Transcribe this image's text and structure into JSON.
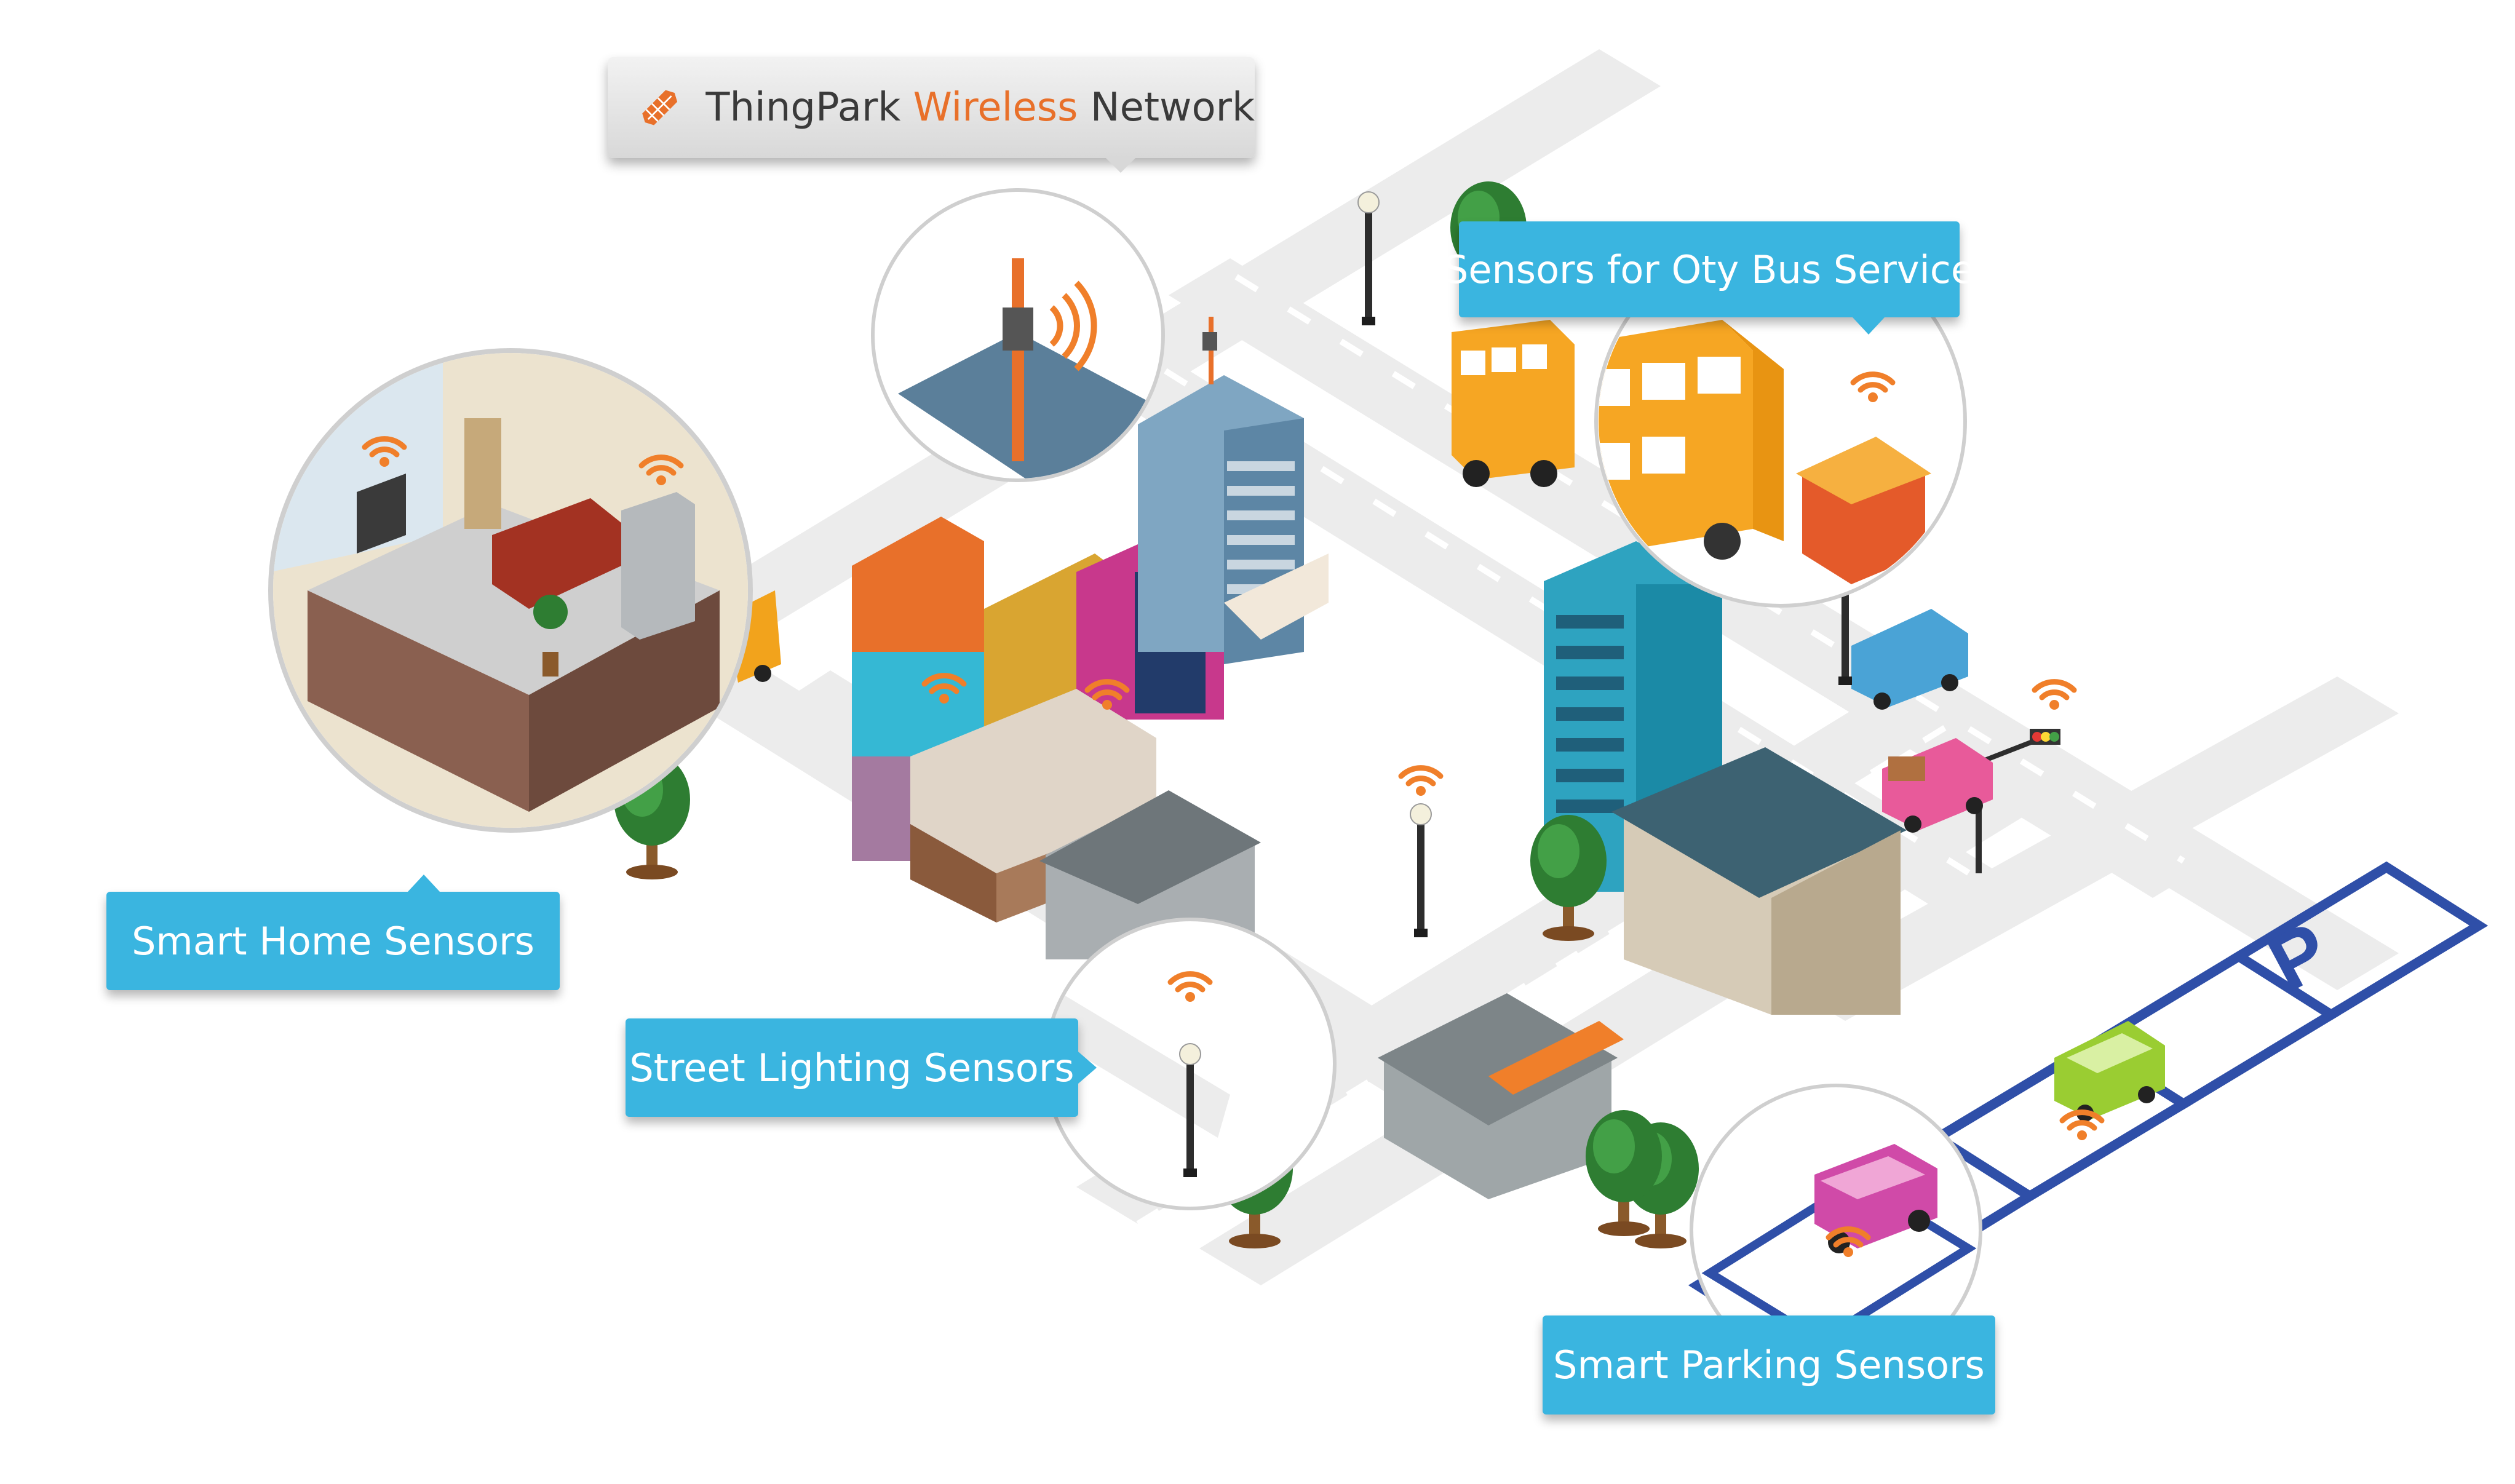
{
  "brand": {
    "name_part1": "ThingPark ",
    "name_accent": "Wireless",
    "name_part2": " Network",
    "accent_color": "#e8702a",
    "logo_icon": "thingpark-logo-icon"
  },
  "callouts": {
    "bus": "Sensors for Oty Bus Service",
    "home": "Smart Home Sensors",
    "street": "Street Lighting Sensors",
    "parking": "Smart Parking Sensors"
  },
  "colors": {
    "callout": "#3ab5e0",
    "wifi": "#f07f2a",
    "road": "#e8e8e8",
    "parking_lines": "#2f4fa8"
  },
  "parking_sign": "P"
}
